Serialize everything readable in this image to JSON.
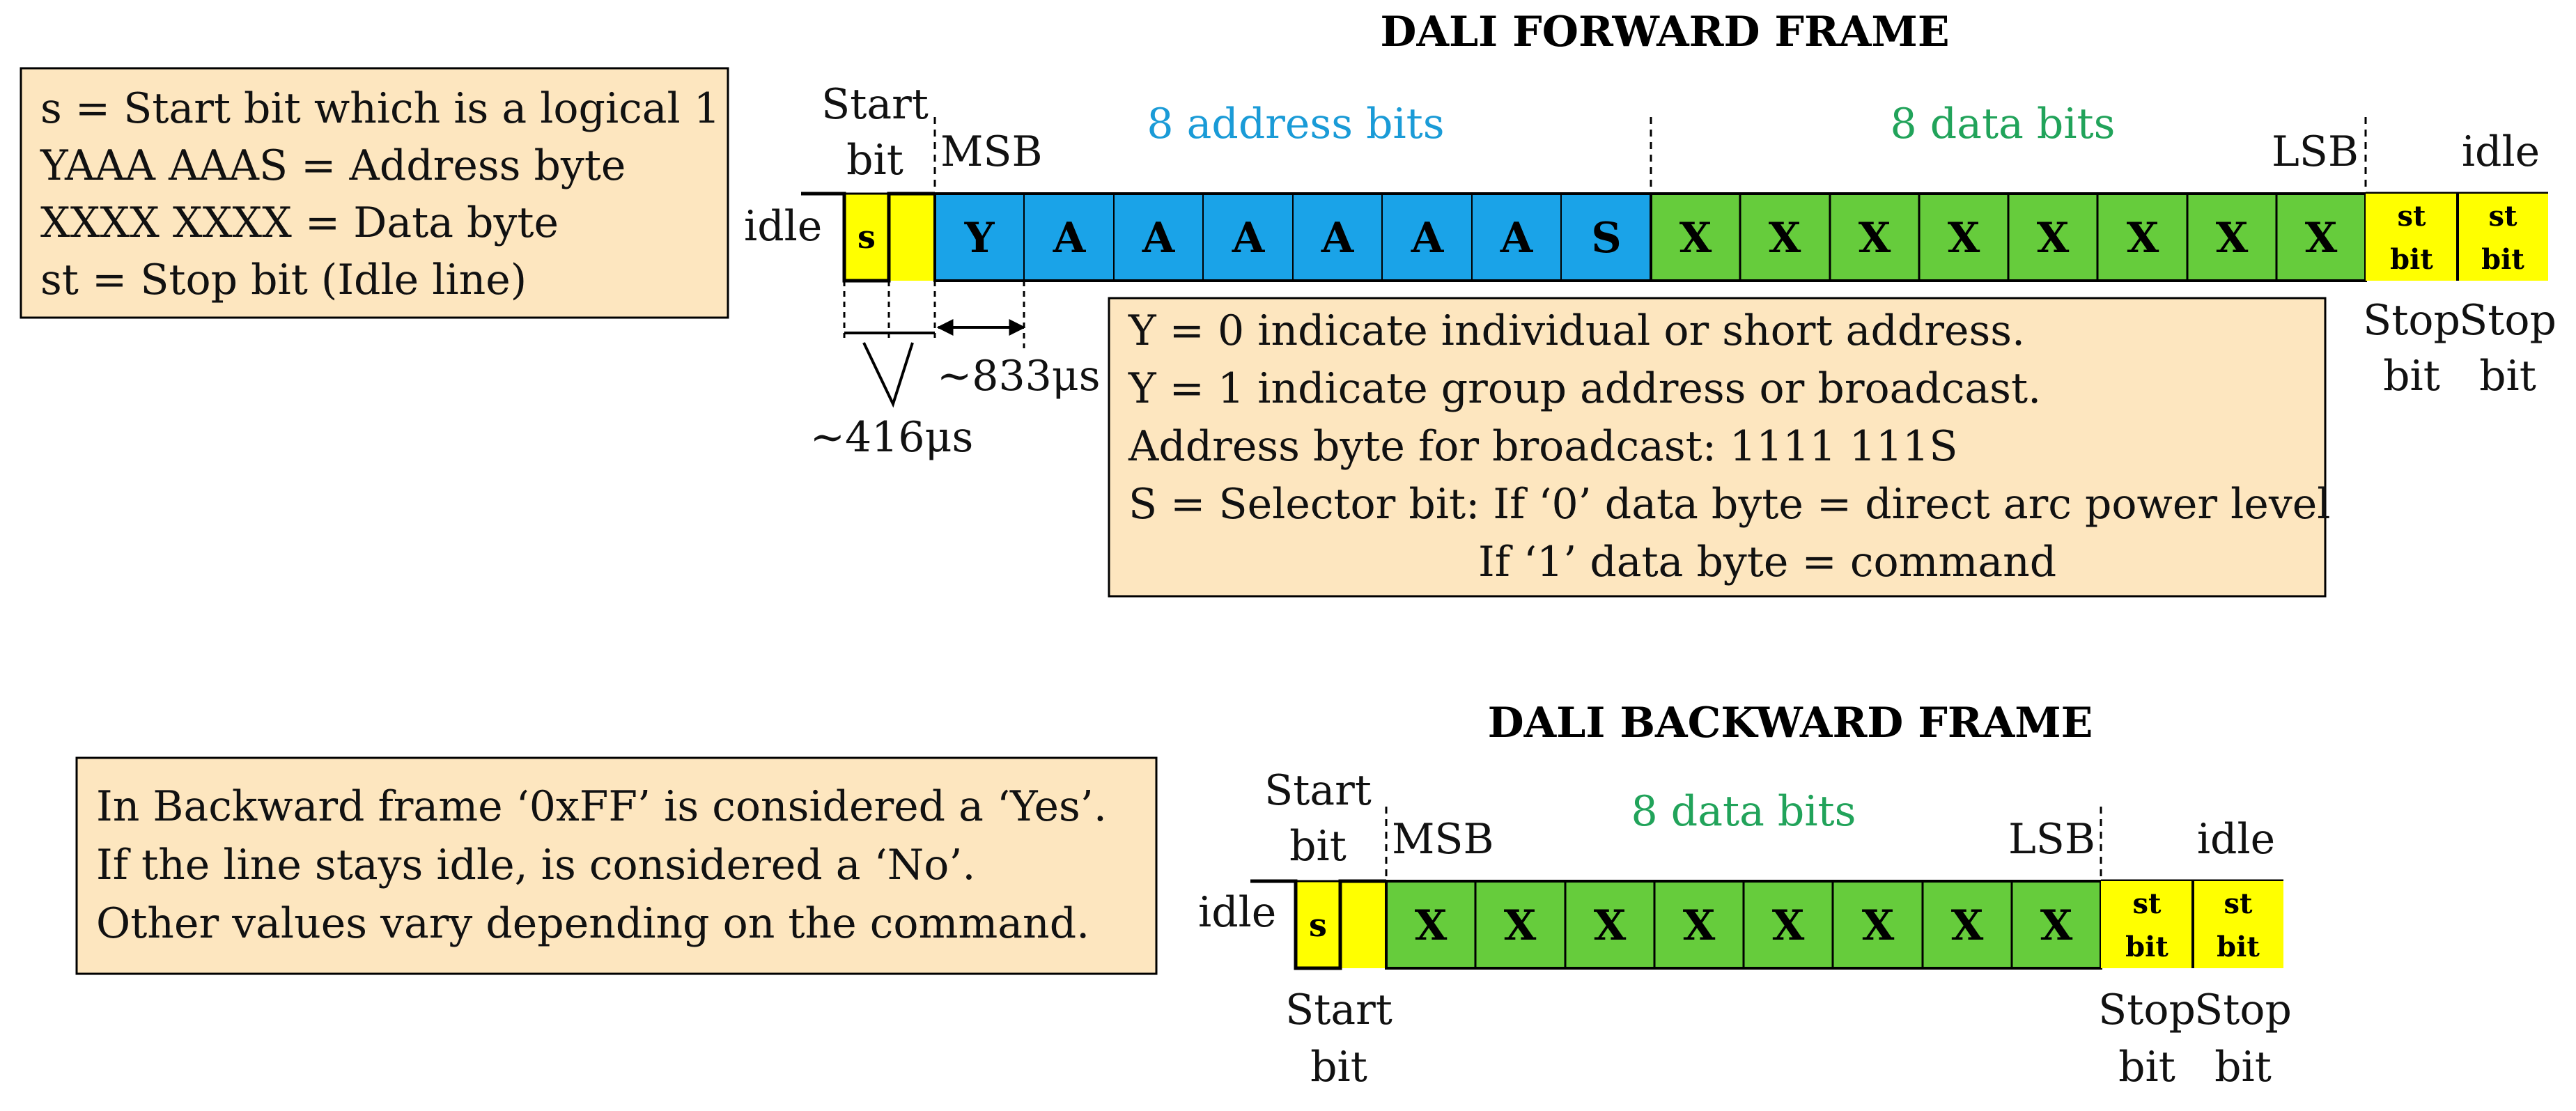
{
  "forward": {
    "title": "DALI FORWARD FRAME",
    "legend": [
      "s = Start bit which is a logical 1",
      "YAAA AAAS = Address byte",
      "XXXX XXXX = Data byte",
      "st = Stop bit (Idle line)"
    ],
    "idle_left": "idle",
    "idle_right": "idle",
    "start_bit_top": [
      "Start",
      "bit"
    ],
    "start_symbol": "s",
    "msb": "MSB",
    "lsb": "LSB",
    "address_bits_label": "8 address bits",
    "data_bits_label": "8 data bits",
    "address_bits": [
      "Y",
      "A",
      "A",
      "A",
      "A",
      "A",
      "A",
      "S"
    ],
    "data_bits": [
      "X",
      "X",
      "X",
      "X",
      "X",
      "X",
      "X",
      "X"
    ],
    "stop_cells": [
      [
        "st",
        "bit"
      ],
      [
        "st",
        "bit"
      ]
    ],
    "stop_labels": [
      [
        "Stop",
        "bit"
      ],
      [
        "Stop",
        "bit"
      ]
    ],
    "timing_full": "~833μs",
    "timing_half": "~416μs",
    "info": [
      "Y = 0 indicate individual or short address.",
      "Y = 1 indicate group address or broadcast.",
      "Address byte for broadcast: 1111 111S",
      "S = Selector bit:  If ‘0’ data byte = direct arc power level",
      "If ‘1’ data byte = command"
    ]
  },
  "backward": {
    "title": "DALI BACKWARD FRAME",
    "legend": [
      "In Backward frame ‘0xFF’ is considered a ‘Yes’.",
      "If the line stays idle, is considered a ‘No’.",
      "Other values vary depending on the command."
    ],
    "idle_left": "idle",
    "idle_right": "idle",
    "start_bit_top": [
      "Start",
      "bit"
    ],
    "start_bit_bottom": [
      "Start",
      "bit"
    ],
    "start_symbol": "s",
    "msb": "MSB",
    "lsb": "LSB",
    "data_bits_label": "8 data bits",
    "data_bits": [
      "X",
      "X",
      "X",
      "X",
      "X",
      "X",
      "X",
      "X"
    ],
    "stop_cells": [
      [
        "st",
        "bit"
      ],
      [
        "st",
        "bit"
      ]
    ],
    "stop_labels": [
      [
        "Stop",
        "bit"
      ],
      [
        "Stop",
        "bit"
      ]
    ]
  },
  "colors": {
    "address_fill": "#1aa3e8",
    "data_fill": "#66cc3c",
    "start_stop_fill": "#ffff00",
    "note_fill": "#fde6bf",
    "blue_text": "#1a9bd7",
    "green_text": "#21a35a"
  }
}
